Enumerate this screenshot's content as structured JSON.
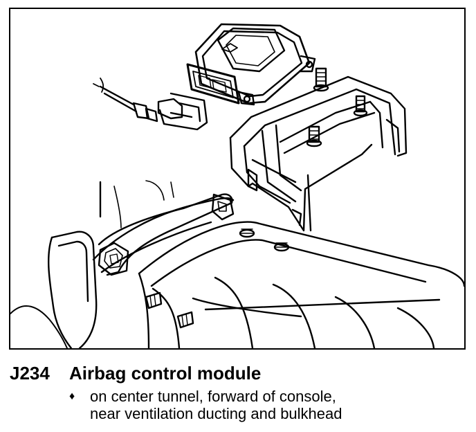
{
  "caption": {
    "code": "J234",
    "title": "Airbag control module",
    "bullet": "♦",
    "location_line1": "on center tunnel, forward of console,",
    "location_line2": "near ventilation ducting and bulkhead"
  },
  "colors": {
    "ink": "#000000",
    "paper": "#ffffff"
  }
}
